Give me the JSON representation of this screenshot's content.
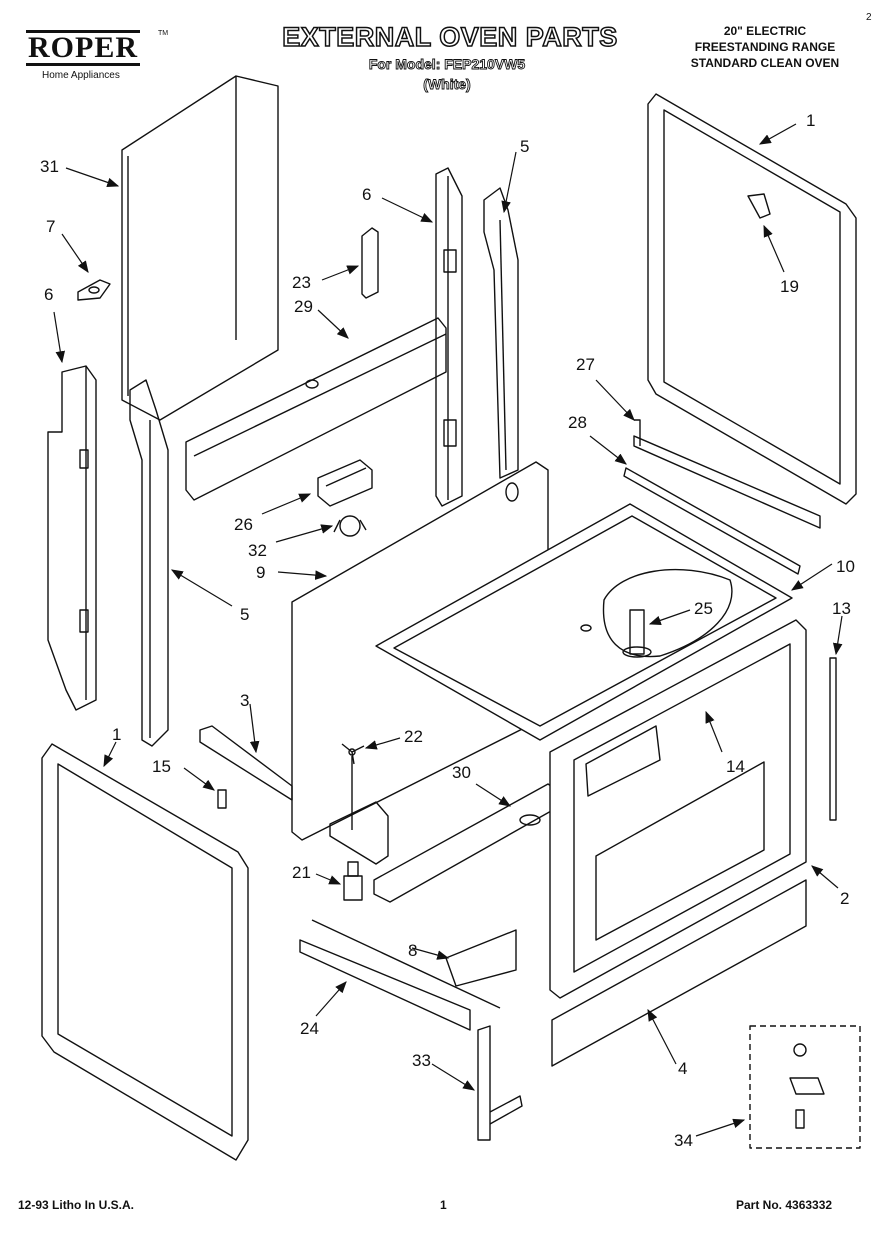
{
  "header": {
    "brand": "ROPER",
    "brand_sub": "Home Appliances",
    "trademark": "TM",
    "title": "EXTERNAL OVEN PARTS",
    "model_line": "For Model: FEP210VW5",
    "color_line": "(White)",
    "spec_lines": [
      "20\" ELECTRIC",
      "FREESTANDING RANGE",
      "STANDARD CLEAN OVEN"
    ],
    "corner_mark": "2"
  },
  "footer": {
    "litho": "12-93  Litho In U.S.A.",
    "page": "1",
    "part_no": "Part No. 4363332"
  },
  "callouts": [
    {
      "id": "c1a",
      "label": "1"
    },
    {
      "id": "c19",
      "label": "19"
    },
    {
      "id": "c31",
      "label": "31"
    },
    {
      "id": "c7",
      "label": "7"
    },
    {
      "id": "c6a",
      "label": "6"
    },
    {
      "id": "c6b",
      "label": "6"
    },
    {
      "id": "c5a",
      "label": "5"
    },
    {
      "id": "c5b",
      "label": "5"
    },
    {
      "id": "c23",
      "label": "23"
    },
    {
      "id": "c29",
      "label": "29"
    },
    {
      "id": "c27",
      "label": "27"
    },
    {
      "id": "c28",
      "label": "28"
    },
    {
      "id": "c26",
      "label": "26"
    },
    {
      "id": "c32",
      "label": "32"
    },
    {
      "id": "c9",
      "label": "9"
    },
    {
      "id": "c10",
      "label": "10"
    },
    {
      "id": "c25",
      "label": "25"
    },
    {
      "id": "c13",
      "label": "13"
    },
    {
      "id": "c3",
      "label": "3"
    },
    {
      "id": "c1b",
      "label": "1"
    },
    {
      "id": "c15",
      "label": "15"
    },
    {
      "id": "c22",
      "label": "22"
    },
    {
      "id": "c14",
      "label": "14"
    },
    {
      "id": "c30",
      "label": "30"
    },
    {
      "id": "c21",
      "label": "21"
    },
    {
      "id": "c2",
      "label": "2"
    },
    {
      "id": "c8",
      "label": "8"
    },
    {
      "id": "c24",
      "label": "24"
    },
    {
      "id": "c33",
      "label": "33"
    },
    {
      "id": "c4",
      "label": "4"
    },
    {
      "id": "c34",
      "label": "34"
    }
  ]
}
